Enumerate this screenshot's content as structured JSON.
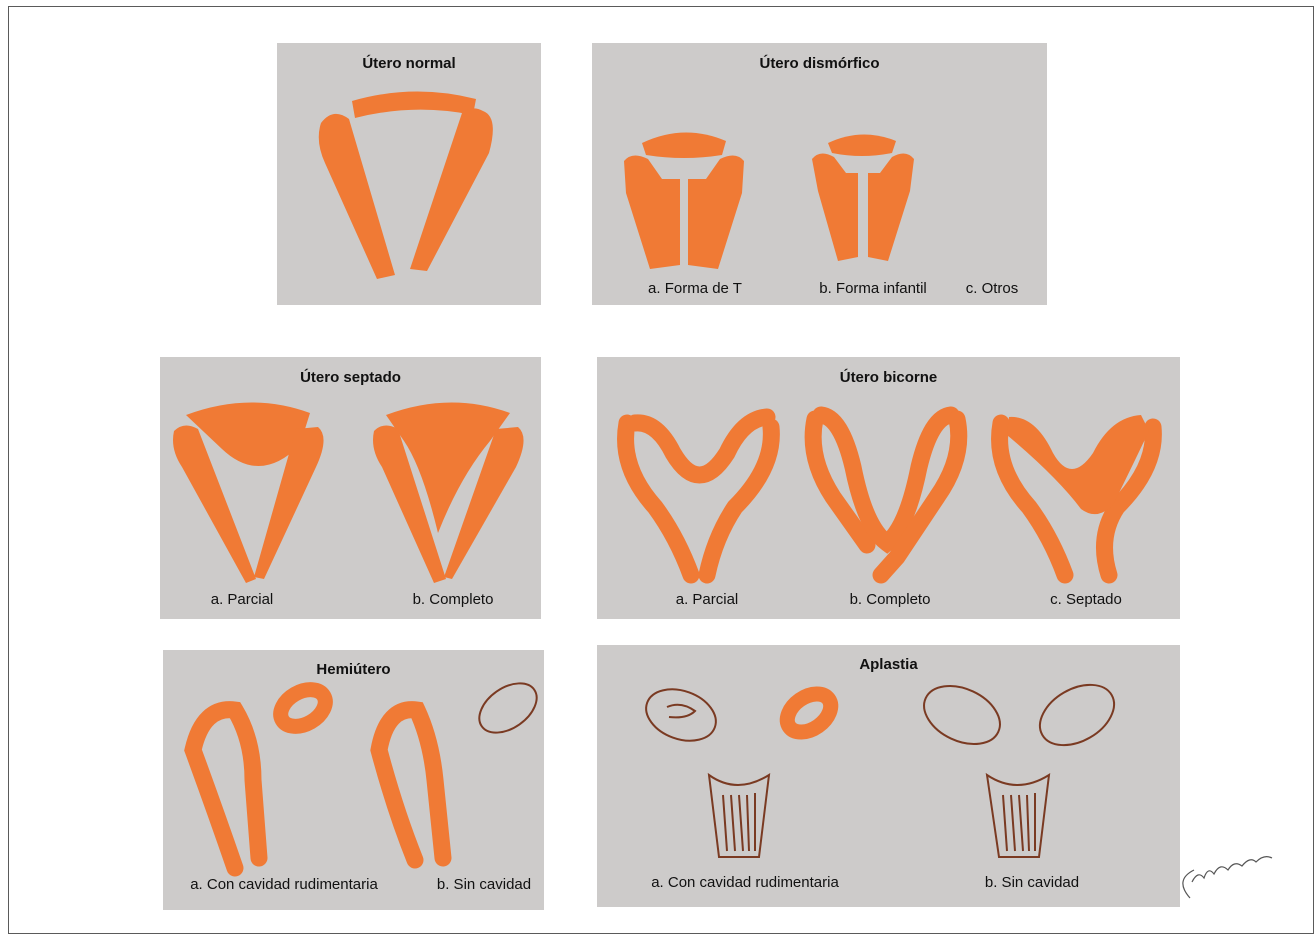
{
  "colors": {
    "uterus": "#f07a35",
    "outline": "#7a3a22",
    "panel": "#cdcbca",
    "frame": "#5a5a5a"
  },
  "panels": {
    "normal": {
      "title": "Útero normal"
    },
    "dysmorphic": {
      "title": "Útero dismórfico",
      "captions": [
        "a. Forma de T",
        "b. Forma infantil",
        "c. Otros"
      ]
    },
    "septate": {
      "title": "Útero septado",
      "captions": [
        "a. Parcial",
        "b. Completo"
      ]
    },
    "bicornuate": {
      "title": "Útero bicorne",
      "captions": [
        "a. Parcial",
        "b. Completo",
        "c. Septado"
      ]
    },
    "hemi": {
      "title": "Hemiútero",
      "captions": [
        "a. Con cavidad rudimentaria",
        "b. Sin cavidad"
      ]
    },
    "aplasia": {
      "title": "Aplastia",
      "captions": [
        "a. Con cavidad rudimentaria",
        "b. Sin cavidad"
      ]
    }
  },
  "signature": {
    "icon": "signature-icon",
    "text": "Cmadan"
  }
}
